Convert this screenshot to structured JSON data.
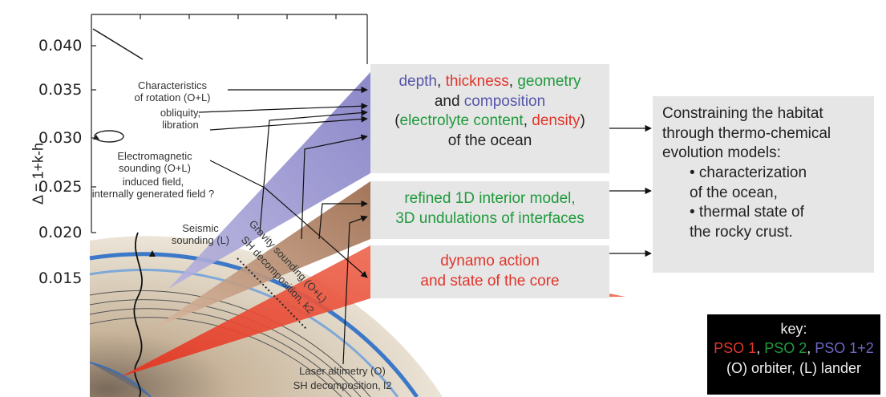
{
  "axis": {
    "ylabel": "Δ = 1+k-h",
    "yticks": [
      "0.040",
      "0.035",
      "0.030",
      "0.025",
      "0.020",
      "0.015"
    ]
  },
  "instruments": {
    "rotation": "Characteristics\nof rotation (O+L)",
    "rotation_sub": "obliquity,\nlibration",
    "em": "Electromagnetic\nsounding (O+L)",
    "em_sub": "induced field,\ninternally generated field ?",
    "seismic": "Seismic\nsounding (L)",
    "gravity": "Gravity sounding (O+L)",
    "gravity_sub": "SH decomposition, k2",
    "laser": "Laser altimetry (O)",
    "laser_sub": "SH decomposition, l2"
  },
  "box_ocean": {
    "w1": "depth",
    "s1": ", ",
    "w2": "thickness",
    "s2": ", ",
    "w3": "geometry",
    "w4": "and ",
    "w5": "composition",
    "w6": "(",
    "w7": "electrolyte content",
    "s3": ", ",
    "w8": "density",
    "w9": ")",
    "w10": "of the ocean"
  },
  "box_interior": {
    "line1": "refined 1D interior model,",
    "line2": "3D undulations of interfaces"
  },
  "box_core": {
    "line1": "dynamo action",
    "line2": "and state of the core"
  },
  "box_habitat": {
    "line1": "Constraining the habitat",
    "line2": "through thermo-chemical",
    "line3": "evolution models:",
    "line4": "• characterization",
    "line5": "of the ocean,",
    "line6": "• thermal state of",
    "line7": "the rocky crust."
  },
  "key": {
    "title": "key:",
    "pso1": "PSO 1",
    "sep1": ", ",
    "pso2": "PSO 2",
    "sep2": ", ",
    "pso12": "PSO 1+2",
    "line3": "(O) orbiter, (L) lander"
  },
  "colors": {
    "pso1": "#e0352b",
    "pso2": "#1f9a3c",
    "pso12": "#5555aa",
    "wedge_purple": "#8a86c8",
    "wedge_brown": "#a8775a",
    "wedge_red": "#e8412f",
    "box_bg": "#e6e6e6"
  }
}
